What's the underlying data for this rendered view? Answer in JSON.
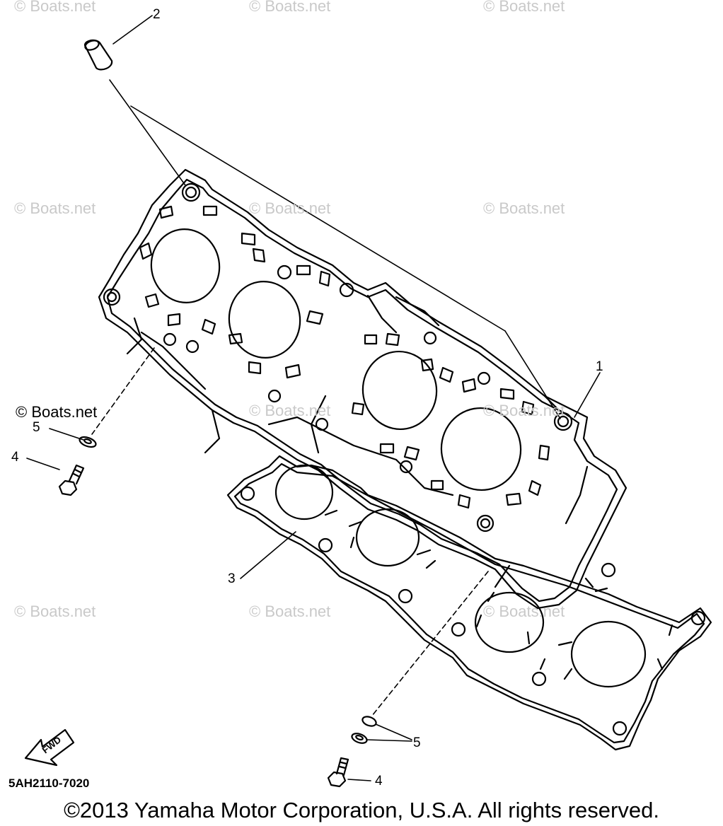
{
  "watermark": "© Boats.net",
  "callouts": [
    "1",
    "2",
    "3",
    "4",
    "5",
    "4",
    "5"
  ],
  "source_mark": "© Boats.net",
  "fwd_label": "FWD",
  "part_code": "5AH2110-7020",
  "copyright": "©2013 Yamaha Motor Corporation, U.S.A. All rights reserved."
}
